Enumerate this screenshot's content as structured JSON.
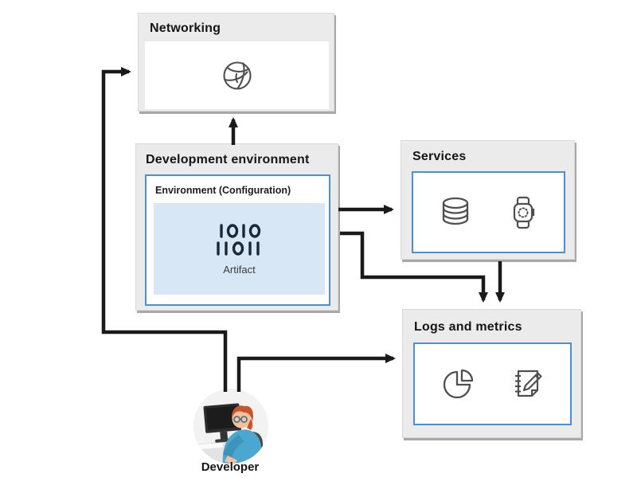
{
  "diagram": {
    "networking": {
      "title": "Networking",
      "icon": "globe-icon"
    },
    "development": {
      "title": "Development environment",
      "env_label": "Environment (Configuration)",
      "artifact_label": "Artifact",
      "icon": "binary-artifact-icon"
    },
    "services": {
      "title": "Services",
      "icons": [
        "database-icon",
        "smartwatch-icon"
      ]
    },
    "logs": {
      "title": "Logs and metrics",
      "icons": [
        "pie-chart-icon",
        "notebook-pencil-icon"
      ]
    },
    "developer": {
      "label": "Developer"
    },
    "colors": {
      "accent_blue": "#4a90d4",
      "artifact_light_blue": "#d7e7f6",
      "container_gray": "#ebebeb",
      "connector_black": "#1a1a1a",
      "icon_stroke_gray": "#4f4f4f"
    },
    "connections": [
      {
        "from": "development-environment",
        "to": "networking"
      },
      {
        "from": "development-environment",
        "to": "services"
      },
      {
        "from": "development-environment",
        "to": "logs-and-metrics"
      },
      {
        "from": "services",
        "to": "logs-and-metrics"
      },
      {
        "from": "developer",
        "to": "networking"
      },
      {
        "from": "developer",
        "to": "logs-and-metrics"
      }
    ]
  }
}
